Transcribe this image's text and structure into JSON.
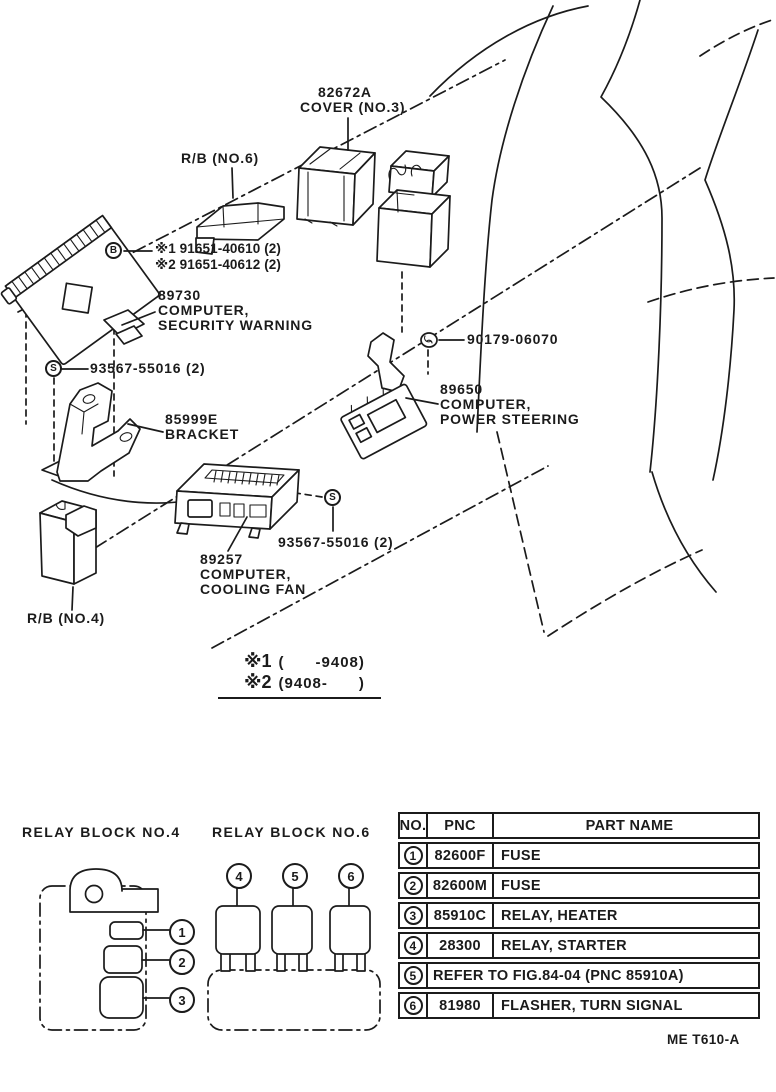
{
  "page": {
    "footer_code": "ME T610-A"
  },
  "diagram": {
    "markers": {
      "bolt_b": "B",
      "screw_s_upper": "S",
      "screw_s_lower": "S"
    },
    "labels": {
      "cover_no3": [
        "82672A",
        "COVER (NO.3)"
      ],
      "rb_no6": "R/B (NO.6)",
      "screw_variant_1": "※1 91651-40610 (2)",
      "screw_variant_2": "※2 91651-40612 (2)",
      "computer_security": [
        "89730",
        "COMPUTER,",
        "SECURITY WARNING"
      ],
      "screw_upper": "93567-55016 (2)",
      "bracket": [
        "85999E",
        "BRACKET"
      ],
      "nut": "90179-06070",
      "computer_power_steering": [
        "89650",
        "COMPUTER,",
        "POWER STEERING"
      ],
      "computer_cooling_fan": [
        "89257",
        "COMPUTER,",
        "COOLING FAN"
      ],
      "screw_lower": "93567-55016 (2)",
      "rb_no4": "R/B (NO.4)"
    },
    "production_note": {
      "line1_mark": "※1",
      "line1_range": "(      -9408)",
      "line2_mark": "※2",
      "line2_range": "(9408-      )"
    }
  },
  "relay_blocks": {
    "block4": {
      "title": "RELAY BLOCK NO.4",
      "callouts": [
        "1",
        "2",
        "3"
      ]
    },
    "block6": {
      "title": "RELAY BLOCK NO.6",
      "callouts": [
        "4",
        "5",
        "6"
      ]
    }
  },
  "parts_table": {
    "headers": [
      "NO.",
      "PNC",
      "PART NAME"
    ],
    "rows": [
      {
        "no": "1",
        "pnc": "82600F",
        "part_name": "FUSE"
      },
      {
        "no": "2",
        "pnc": "82600M",
        "part_name": "FUSE"
      },
      {
        "no": "3",
        "pnc": "85910C",
        "part_name": "RELAY, HEATER"
      },
      {
        "no": "4",
        "pnc": "28300",
        "part_name": "RELAY, STARTER"
      },
      {
        "no": "5",
        "pnc": "",
        "part_name": "REFER TO FIG.84-04 (PNC 85910A)"
      },
      {
        "no": "6",
        "pnc": "81980",
        "part_name": "FLASHER, TURN SIGNAL"
      }
    ]
  }
}
